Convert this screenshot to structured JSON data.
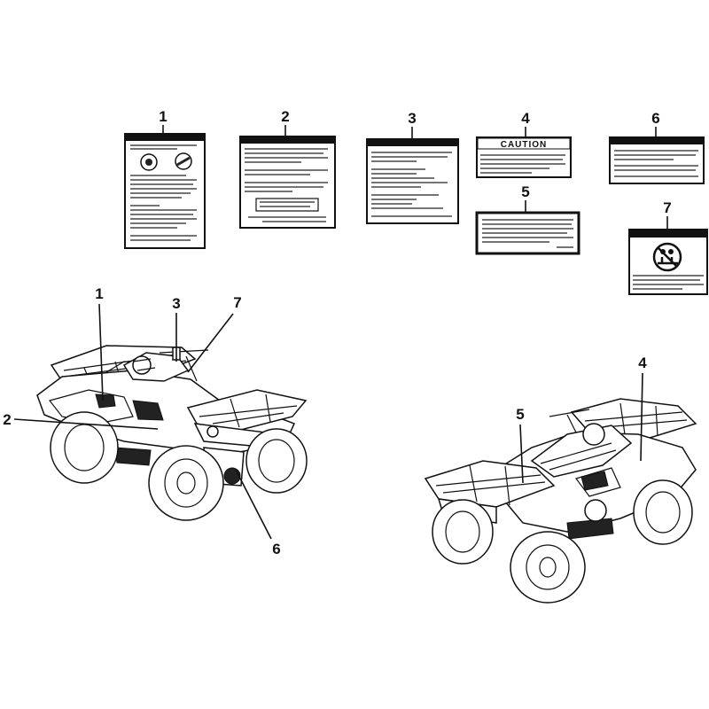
{
  "callouts": {
    "labels_row": [
      "1",
      "2",
      "3",
      "4",
      "5",
      "6",
      "7"
    ],
    "left_atv": [
      "1",
      "3",
      "7",
      "2",
      "6"
    ],
    "right_atv": [
      "4",
      "5"
    ]
  },
  "label_4": {
    "heading": "CAUTION"
  },
  "label_7": {
    "icon": "no-passenger-pictogram-icon"
  },
  "colors": {
    "ink": "#111111",
    "paper": "#ffffff"
  }
}
